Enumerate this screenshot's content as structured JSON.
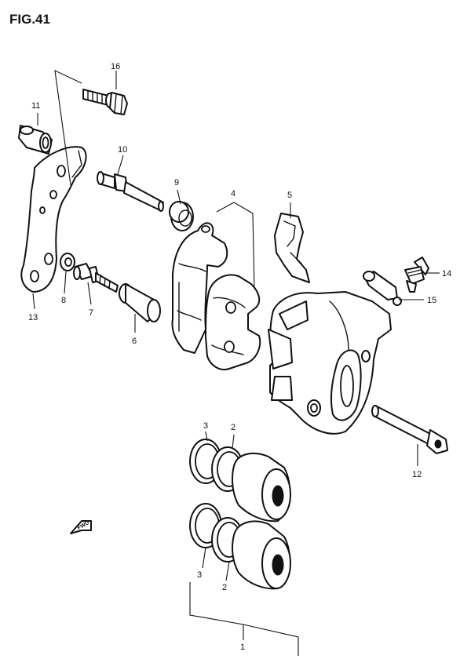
{
  "figure": {
    "title": "FIG.41",
    "direction_marker": "FWD"
  },
  "callouts": [
    {
      "id": "c16",
      "number": "16"
    },
    {
      "id": "c11",
      "number": "11"
    },
    {
      "id": "c10",
      "number": "10"
    },
    {
      "id": "c9",
      "number": "9"
    },
    {
      "id": "c4",
      "number": "4"
    },
    {
      "id": "c5",
      "number": "5"
    },
    {
      "id": "c14",
      "number": "14"
    },
    {
      "id": "c15",
      "number": "15"
    },
    {
      "id": "c8",
      "number": "8"
    },
    {
      "id": "c7",
      "number": "7"
    },
    {
      "id": "c6",
      "number": "6"
    },
    {
      "id": "c13",
      "number": "13"
    },
    {
      "id": "c12",
      "number": "12"
    },
    {
      "id": "c3a",
      "number": "3"
    },
    {
      "id": "c2a",
      "number": "2"
    },
    {
      "id": "c3b",
      "number": "3"
    },
    {
      "id": "c2b",
      "number": "2"
    },
    {
      "id": "c1",
      "number": "1"
    }
  ]
}
